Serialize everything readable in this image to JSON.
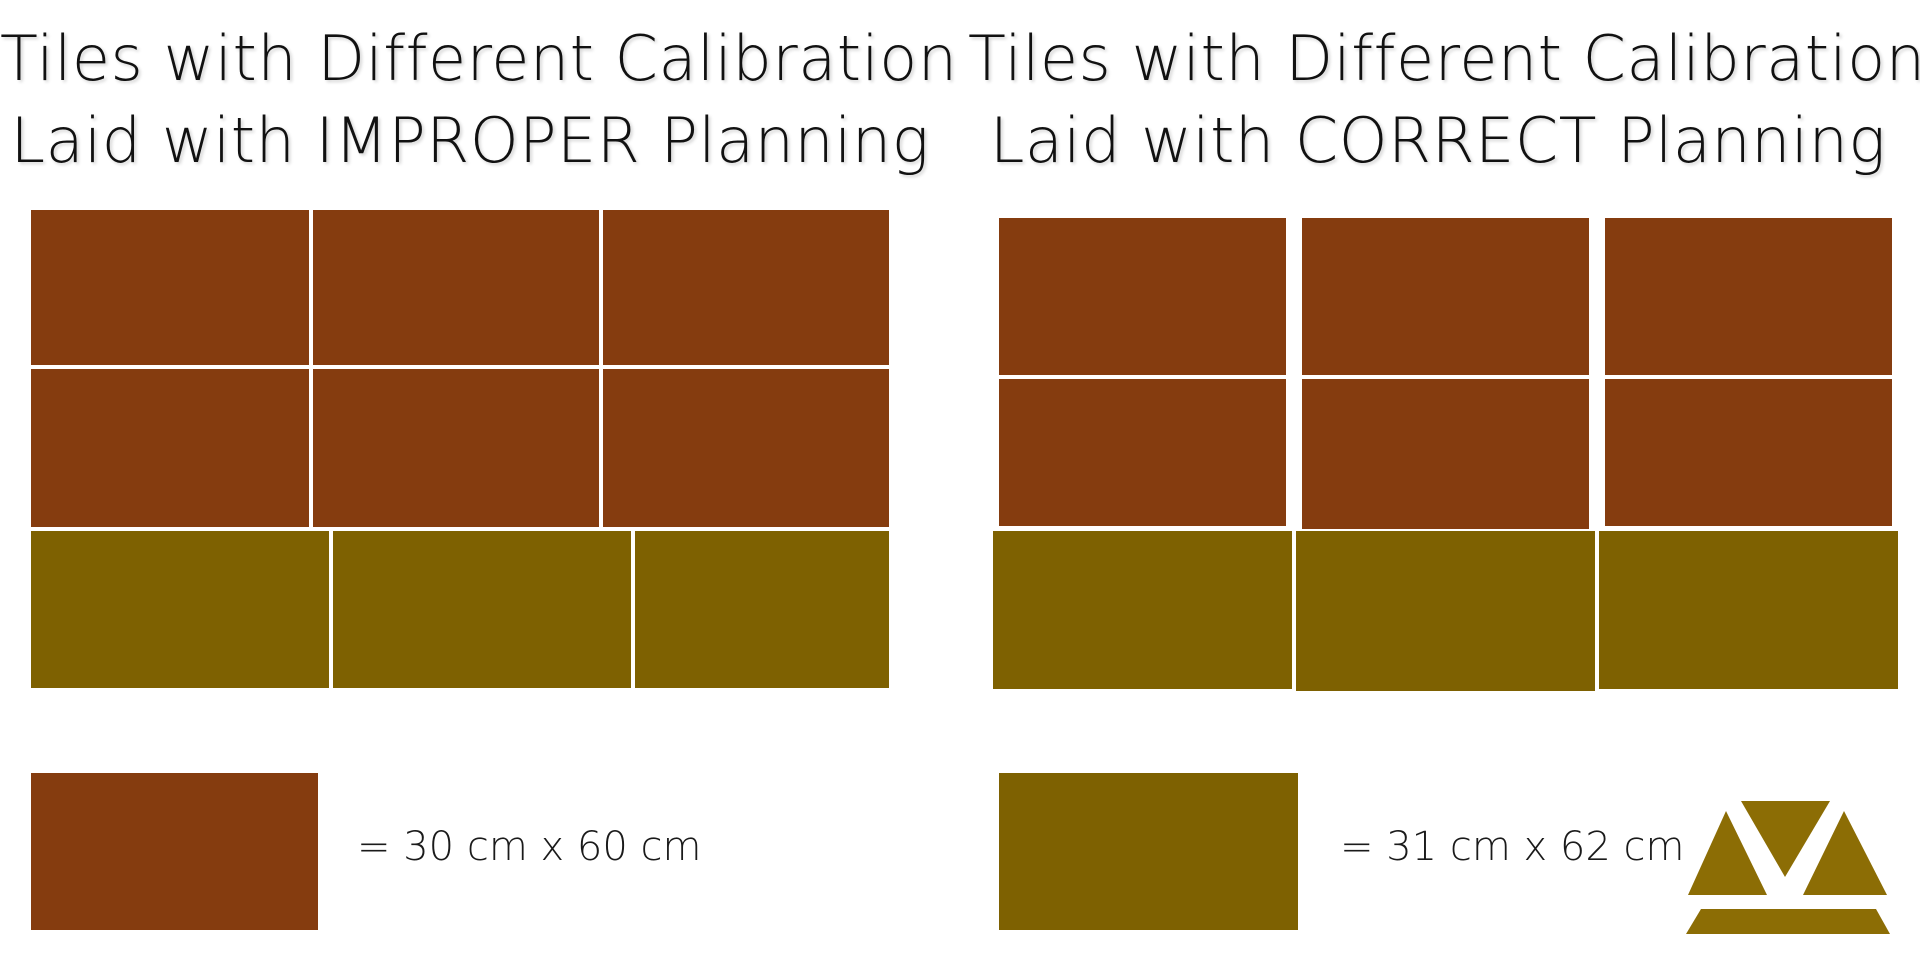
{
  "left_panel": {
    "title_line1": "Tiles with Different Calibration",
    "title_line2": "Laid with IMPROPER Planning",
    "legend_label": "= 30 cm x 60 cm"
  },
  "right_panel": {
    "title_line1": "Tiles with Different Calibration",
    "title_line2": "Laid with CORRECT Planning",
    "legend_label": "= 31 cm x 62 cm"
  },
  "colors": {
    "tile_30x60": "#853C0F",
    "tile_31x62": "#7E6101",
    "logo": "#8C6D05"
  },
  "icons": {
    "logo": "triangle-logo-icon"
  }
}
